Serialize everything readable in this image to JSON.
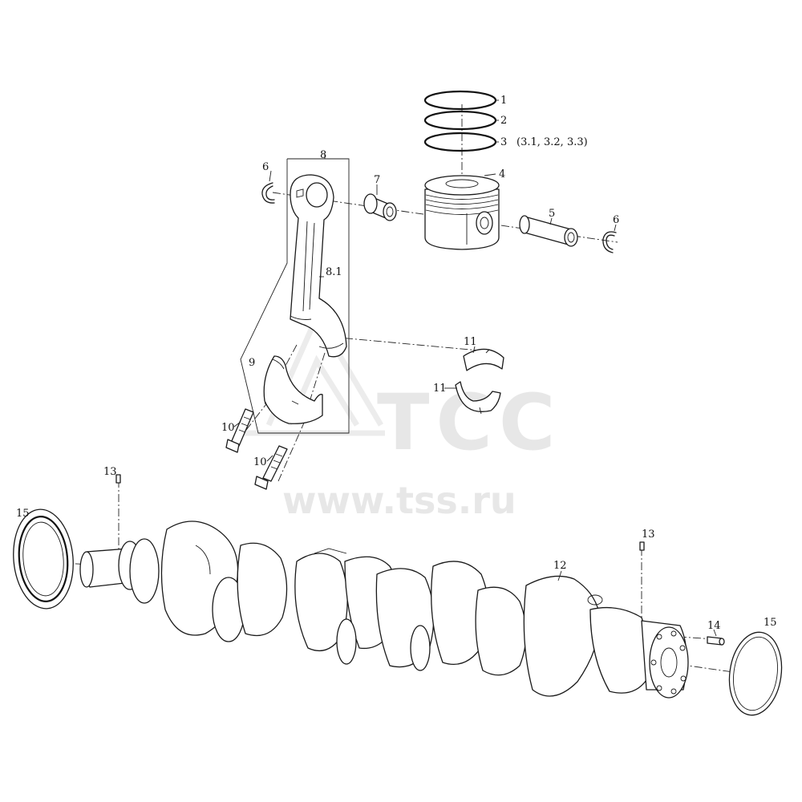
{
  "watermark": {
    "logo_text": "TCC",
    "url_text": "www.tss.ru",
    "color": "#e6e6e6"
  },
  "callouts": {
    "c1": "1",
    "c2": "2",
    "c3": "3",
    "c3_note": "(3.1, 3.2, 3.3)",
    "c4": "4",
    "c5": "5",
    "c6a": "6",
    "c6b": "6",
    "c7": "7",
    "c8": "8",
    "c8_1": "8.1",
    "c9": "9",
    "c10a": "10",
    "c10b": "10",
    "c11a": "11",
    "c11b": "11",
    "c12": "12",
    "c13a": "13",
    "c13b": "13",
    "c14": "14",
    "c15a": "15",
    "c15b": "15"
  },
  "parts": [
    {
      "id": "piston-ring-1",
      "callout": "1"
    },
    {
      "id": "piston-ring-2",
      "callout": "2"
    },
    {
      "id": "piston-ring-3",
      "callout": "3"
    },
    {
      "id": "piston",
      "callout": "4"
    },
    {
      "id": "piston-pin",
      "callout": "5"
    },
    {
      "id": "snap-ring",
      "callout": "6"
    },
    {
      "id": "small-end-bushing",
      "callout": "7"
    },
    {
      "id": "connecting-rod-assembly",
      "callout": "8"
    },
    {
      "id": "connecting-rod",
      "callout": "8.1"
    },
    {
      "id": "rod-cap",
      "callout": "9"
    },
    {
      "id": "rod-bolt",
      "callout": "10"
    },
    {
      "id": "rod-bearing-shell",
      "callout": "11"
    },
    {
      "id": "crankshaft",
      "callout": "12"
    },
    {
      "id": "dowel-pin",
      "callout": "13"
    },
    {
      "id": "flange-pin",
      "callout": "14"
    },
    {
      "id": "crankshaft-oil-seal",
      "callout": "15"
    }
  ]
}
